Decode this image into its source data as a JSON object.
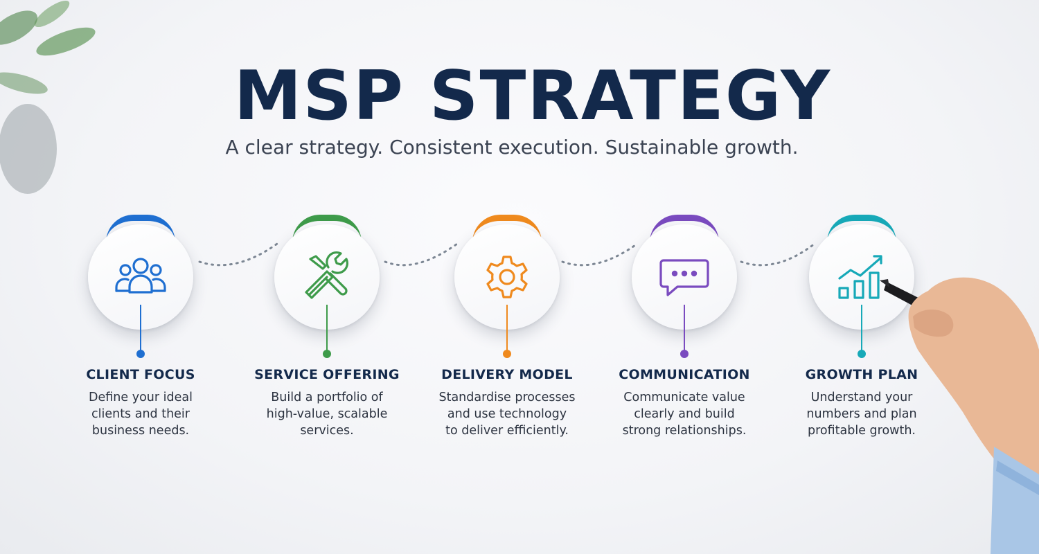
{
  "title": "MSP STRATEGY",
  "subtitle": "A clear strategy. Consistent execution. Sustainable growth.",
  "steps": [
    {
      "title": "CLIENT FOCUS",
      "description": "Define your ideal\nclients and their\nbusiness needs.",
      "icon": "users-icon",
      "color": "#1f6fd1"
    },
    {
      "title": "SERVICE OFFERING",
      "description": "Build a portfolio of\nhigh-value, scalable\nservices.",
      "icon": "tools-icon",
      "color": "#3e9b4a"
    },
    {
      "title": "DELIVERY MODEL",
      "description": "Standardise processes\nand use technology\nto deliver efficiently.",
      "icon": "gear-icon",
      "color": "#ef8a1e"
    },
    {
      "title": "COMMUNICATION",
      "description": "Communicate value\nclearly and build\nstrong relationships.",
      "icon": "chat-icon",
      "color": "#7a4bbf"
    },
    {
      "title": "GROWTH PLAN",
      "description": "Understand your\nnumbers and plan\nprofitable growth.",
      "icon": "growth-chart-icon",
      "color": "#17a9b8"
    }
  ]
}
